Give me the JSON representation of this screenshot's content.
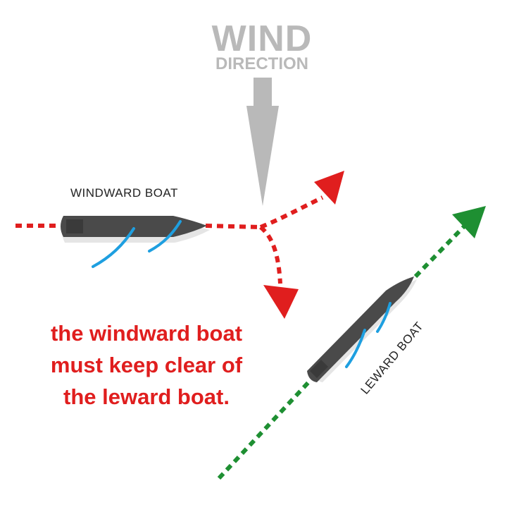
{
  "wind": {
    "title": "WIND",
    "subtitle": "DIRECTION"
  },
  "windward_boat": {
    "label": "WINDWARD BOAT"
  },
  "leward_boat": {
    "label": "LEWARD BOAT"
  },
  "rule": {
    "line1": "the windward boat",
    "line2": "must keep clear of",
    "line3": "the leward boat."
  },
  "colors": {
    "windward_path": "#e01e1e",
    "leward_path": "#1e8f32",
    "wind_arrow": "#b9b9b9",
    "boat_hull": "#4a4a4a",
    "sail_lines": "#1e9fe0",
    "rule_text": "#e01e1e",
    "label_text": "#222222"
  },
  "icons": {
    "wind_arrow": "down-arrow-icon",
    "windward_turn_up": "arrow-up-right-icon",
    "windward_turn_down": "arrow-down-icon",
    "leward_course": "arrow-up-right-icon"
  }
}
